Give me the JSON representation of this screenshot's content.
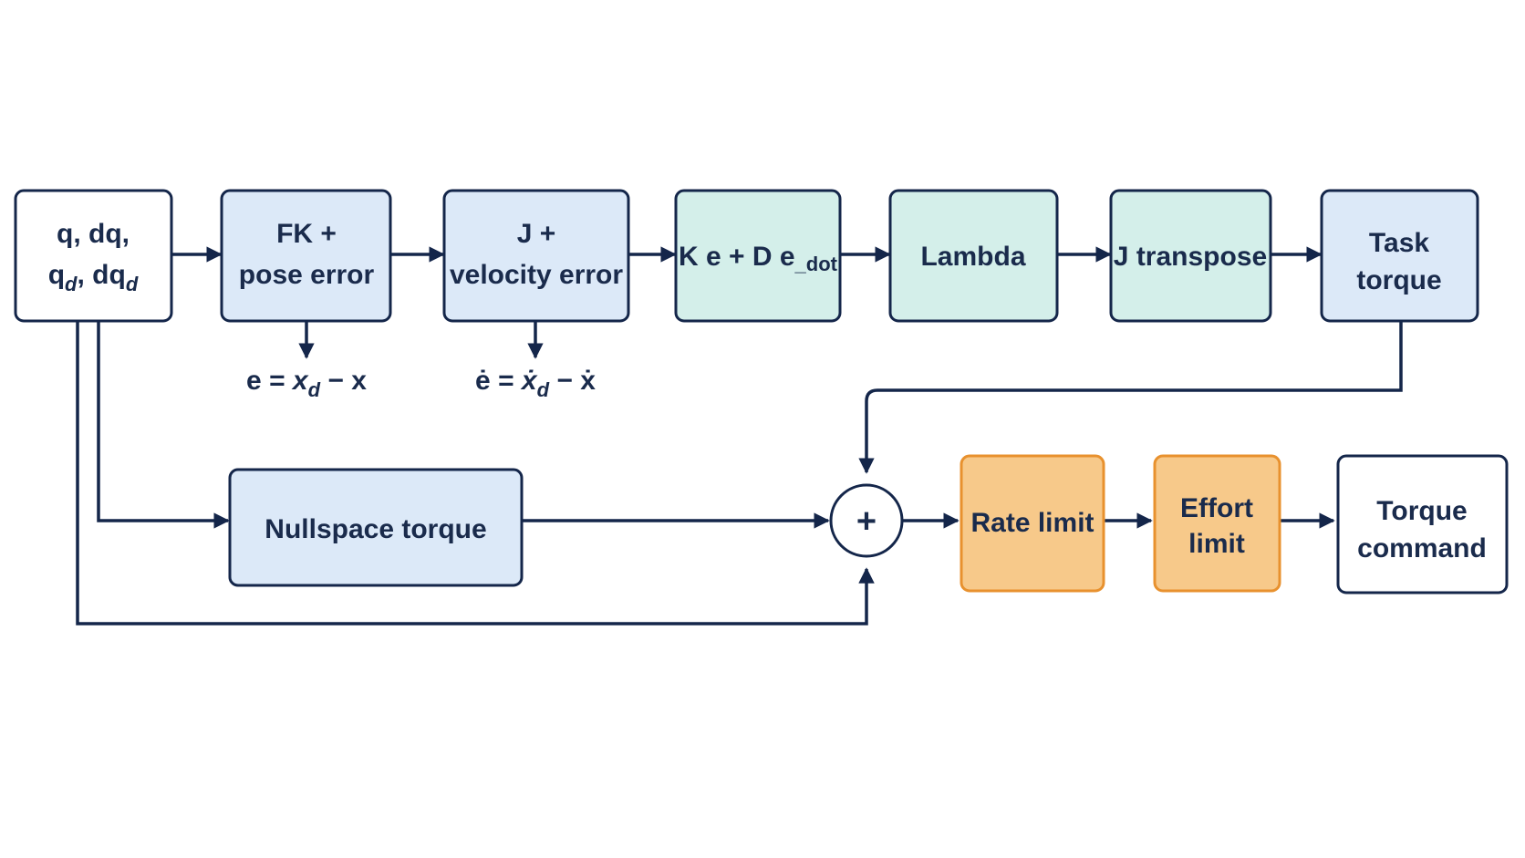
{
  "colors": {
    "line": "#14264a",
    "text": "#1a2b4c",
    "blue_fill": "#dce9f8",
    "teal_fill": "#d4efea",
    "orange_fill": "#f7c98a",
    "orange_stroke": "#e8912e",
    "white_fill": "#ffffff"
  },
  "blocks": {
    "inputs": {
      "line1": "q, dq,",
      "line2_a": "q",
      "line2_a_sub": "d",
      "line2_b": ", dq",
      "line2_b_sub": "d"
    },
    "fk": {
      "line1": "FK +",
      "line2": "pose error"
    },
    "jac": {
      "line1": "J +",
      "line2": "velocity error"
    },
    "pd": {
      "text": "K e + D e",
      "sub": "_dot"
    },
    "lambda": {
      "text": "Lambda"
    },
    "jt": {
      "text": "J transpose"
    },
    "task": {
      "line1": "Task",
      "line2": "torque"
    },
    "nullspace": {
      "text": "Nullspace torque"
    },
    "sum": {
      "symbol": "+"
    },
    "rate": {
      "text": "Rate limit"
    },
    "effort": {
      "line1": "Effort",
      "line2": "limit"
    },
    "cmd": {
      "line1": "Torque",
      "line2": "command"
    }
  },
  "equations": {
    "pose": {
      "lhs": "e = ",
      "x": "x",
      "sub": "d",
      "rest": " − x"
    },
    "vel": {
      "lhs": "ė = ",
      "x": "ẋ",
      "sub": "d",
      "rest": " − ẋ"
    }
  }
}
